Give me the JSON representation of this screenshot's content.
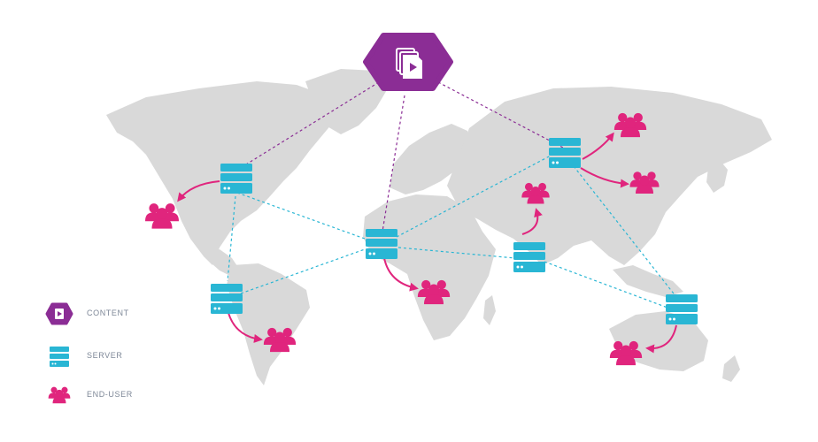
{
  "colors": {
    "land": "#d9d9d9",
    "server": "#29b6d4",
    "content": "#8b2d95",
    "users": "#e0257d",
    "server_link": "#29b6d4",
    "content_link": "#8b2d95",
    "legend_text": "#7d8797"
  },
  "icons": {
    "content": "play-file-stack-icon",
    "server": "server-rack-icon",
    "users": "user-group-icon"
  },
  "legend": {
    "content_label": "CONTENT",
    "server_label": "SERVER",
    "end_user_label": "END-USER"
  }
}
